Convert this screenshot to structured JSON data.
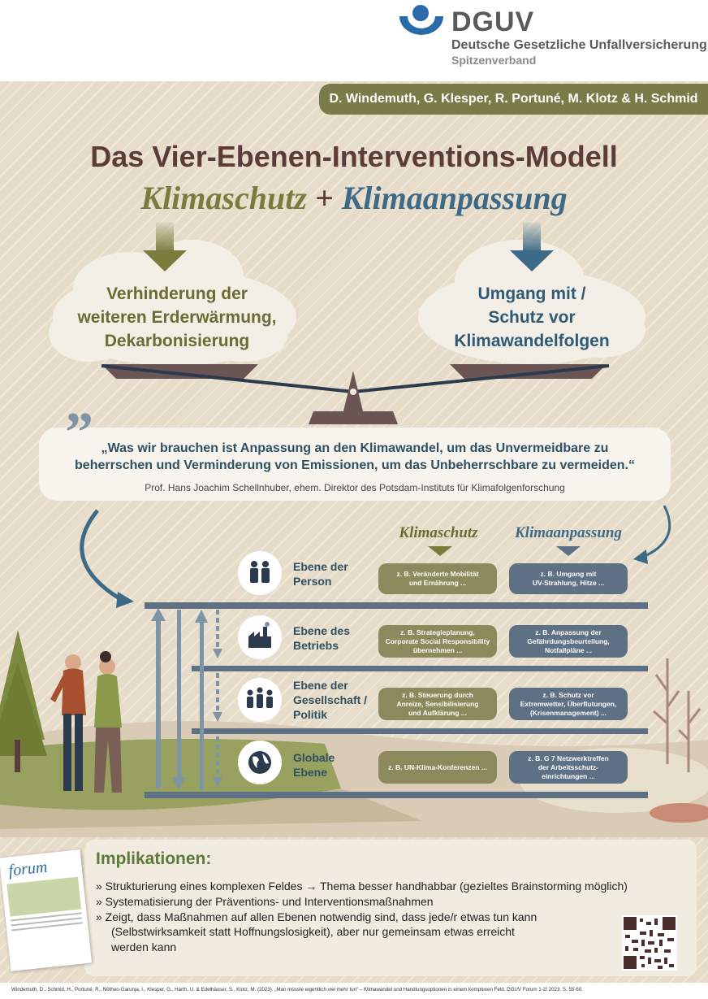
{
  "logo": {
    "word": "DGUV",
    "line1": "Deutsche Gesetzliche Unfallversicherung",
    "line2": "Spitzenverband"
  },
  "authors": "D. Windemuth, G. Klesper, R. Portuné, M. Klotz & H. Schmid",
  "title": {
    "line1": "Das Vier-Ebenen-Interventions-Modell",
    "left": "Klimaschutz",
    "plus": "+",
    "right": "Klimaanpassung"
  },
  "clouds": {
    "left": [
      "Verhinderung der",
      "weiteren Erderwärmung,",
      "Dekarbonisierung"
    ],
    "right": [
      "Umgang mit /",
      "Schutz vor",
      "Klimawandelfolgen"
    ]
  },
  "quote": {
    "line1": "„Was wir brauchen ist Anpassung an den Klimawandel, um das Unvermeidbare zu",
    "line2": "beherrschen und Verminderung von Emissionen, um das Unbeherrschbare zu vermeiden.“",
    "source": "Prof. Hans Joachim Schellnhuber, ehem. Direktor des Potsdam-Instituts für Klimafolgenforschung"
  },
  "columns": {
    "left": "Klimaschutz",
    "right": "Klimaanpassung"
  },
  "levels": [
    {
      "label": [
        "Ebene der",
        "Person"
      ],
      "icon": "persons-icon",
      "left": [
        "z. B. Veränderte Mobilität",
        "und Ernährung ..."
      ],
      "right": [
        "z. B. Umgang mit",
        "UV-Strahlung, Hitze ..."
      ]
    },
    {
      "label": [
        "Ebene des",
        "Betriebs"
      ],
      "icon": "factory-icon",
      "left": [
        "z. B. Strategieplanung,",
        "Corporate Social Responsibility",
        "übernehmen ..."
      ],
      "right": [
        "z. B. Anpassung der",
        "Gefährdungsbeurteilung,",
        "Notfallpläne ..."
      ]
    },
    {
      "label": [
        "Ebene der",
        "Gesellschaft /",
        "Politik"
      ],
      "icon": "group-icon",
      "left": [
        "z. B. Steuerung durch",
        "Anreize, Sensibilisierung",
        "und Aufklärung ..."
      ],
      "right": [
        "z. B. Schutz vor",
        "Extremwetter, Überflutungen,",
        "(Krisenmanagement) ..."
      ]
    },
    {
      "label": [
        "Globale",
        "Ebene"
      ],
      "icon": "globe-icon",
      "left": [
        "z. B. UN-Klima-Konferenzen ..."
      ],
      "right": [
        "z. B. G 7 Netzwerktreffen",
        "der Arbeitsschutz-",
        "einrichtungen ..."
      ]
    }
  ],
  "implications": {
    "title": "Implikationen:",
    "items": [
      [
        "» Strukturierung eines komplexen Feldes → Thema besser handhabbar (gezieltes Brainstorming möglich)"
      ],
      [
        "» Systematisierung der Präventions- und Interventionsmaßnahmen"
      ],
      [
        "» Zeigt, dass Maßnahmen auf allen Ebenen notwendig sind, dass jede/r etwas tun kann",
        "(Selbstwirksamkeit statt Hoffnungslosigkeit), aber nur gemeinsam etwas erreicht",
        "werden kann"
      ]
    ]
  },
  "forum_label": "forum",
  "citation": "Windemuth, D., Schmid, H., Portuné, R., Nöthen-Garunja, I., Klesper, G., Harth, U. & Edelhäuser, S., Klotz, M. (2023). „Man müsste eigentlich viel mehr tun“ – Klimawandel und Handlungsoptionen in einem komplexen Feld. DGUV Forum 1-2/ 2023. S. 55-60.",
  "colors": {
    "olive": "#7b7b3e",
    "blue": "#3d6a86",
    "brown": "#5c3b3b",
    "bar": "#5d7084"
  }
}
